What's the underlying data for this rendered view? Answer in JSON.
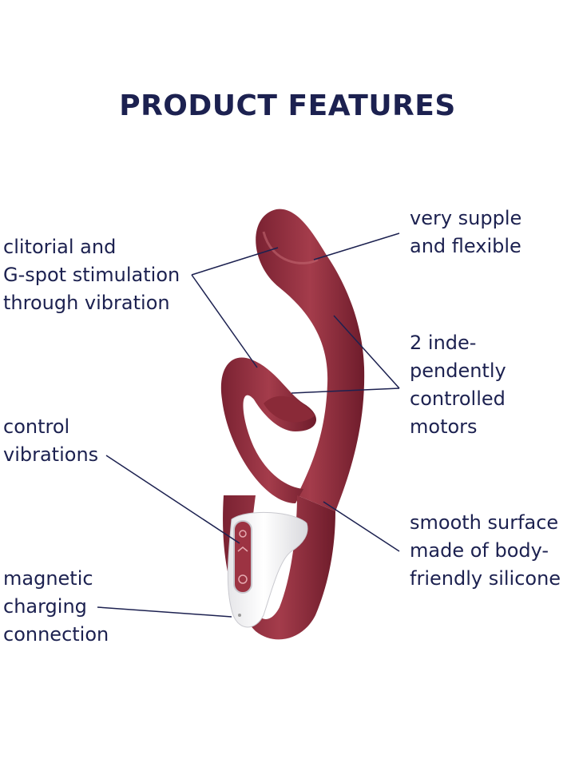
{
  "title": "PRODUCT FEATURES",
  "colors": {
    "text": "#1c2150",
    "product_body": "#96323f",
    "product_handle": "#ffffff"
  },
  "features": {
    "stimulation": [
      "clitorial and",
      "G-spot stimulation",
      "through vibration"
    ],
    "control": [
      "control",
      "vibrations"
    ],
    "charging": [
      "magnetic",
      "charging",
      "connection"
    ],
    "supple": [
      "very supple",
      "and flexible"
    ],
    "motors": [
      "2 inde-",
      "pendently",
      "controlled",
      "motors"
    ],
    "surface": [
      "smooth surface",
      "made of body-",
      "friendly silicone"
    ]
  }
}
